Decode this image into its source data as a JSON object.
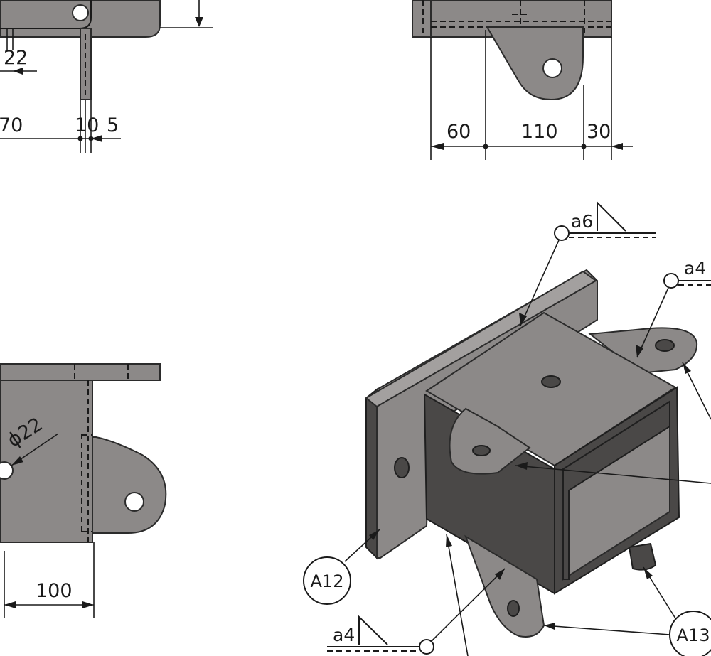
{
  "views": {
    "side_view": {
      "dimensions": {
        "d1": "22",
        "d2": "70",
        "d3": "10",
        "d4": "5"
      }
    },
    "top_view": {
      "dimensions": {
        "d1": "60",
        "d2": "110",
        "d3": "30"
      }
    },
    "front_view": {
      "dimensions": {
        "hole_diameter": "ϕ22",
        "width": "100"
      }
    }
  },
  "isometric": {
    "weld_symbols": [
      {
        "size": "a6"
      },
      {
        "size": "a4"
      },
      {
        "size": "a4"
      }
    ],
    "balloons": [
      {
        "label": "A12"
      },
      {
        "label": "A13"
      }
    ]
  },
  "colors": {
    "part_fill": "#8c8988",
    "part_dark": "#4a4847",
    "outline": "#2b2b2b",
    "background": "#ffffff"
  }
}
